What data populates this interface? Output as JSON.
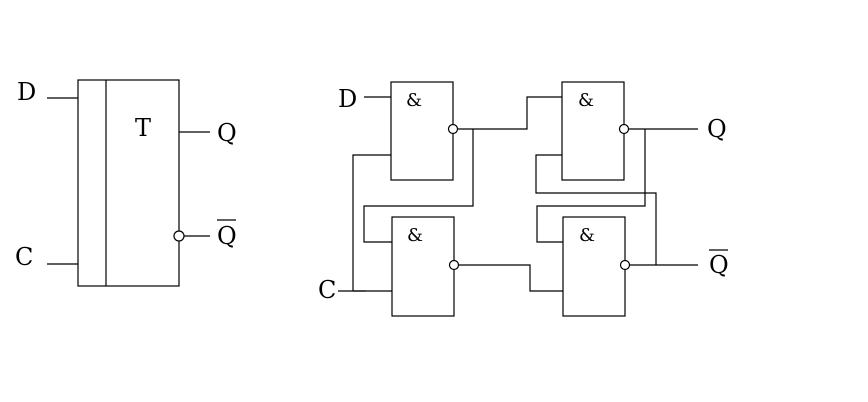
{
  "symbol": {
    "input_d": "D",
    "input_c": "C",
    "type_label": "T",
    "output_q": "Q",
    "output_q_bar": "Q"
  },
  "circuit": {
    "input_d": "D",
    "input_c": "C",
    "gate_label": "&",
    "output_q": "Q",
    "output_q_bar": "Q"
  },
  "colors": {
    "line": "#000000",
    "background": "#ffffff"
  }
}
